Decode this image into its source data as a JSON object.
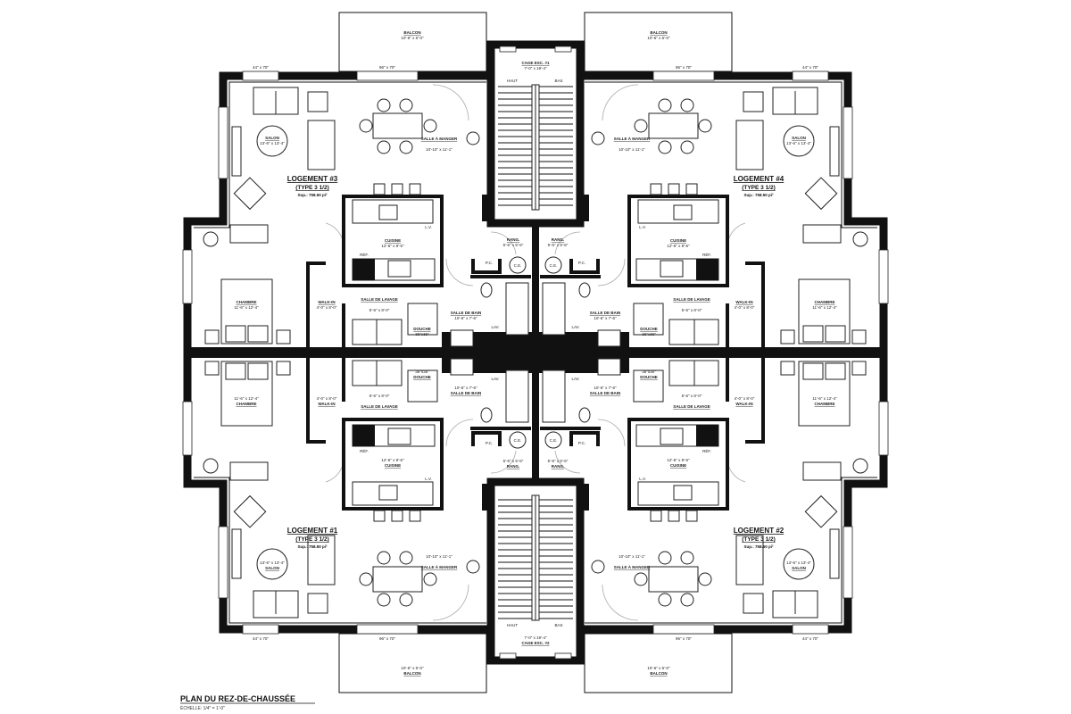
{
  "drawing": {
    "title": "PLAN DU REZ-DE-CHAUSSÉE",
    "scale": "ÉCHELLE: 1/4\" = 1'-0\""
  },
  "units": [
    {
      "name": "LOGEMENT #3",
      "type": "(TYPE 3 1/2)",
      "area": "Sup.: 758.50 pi²"
    },
    {
      "name": "LOGEMENT #4",
      "type": "(TYPE 3 1/2)",
      "area": "Sup.: 758.50 pi²"
    },
    {
      "name": "LOGEMENT #1",
      "type": "(TYPE 3 1/2)",
      "area": "Sup.: 758.50 pi²"
    },
    {
      "name": "LOGEMENT #2",
      "type": "(TYPE 3 1/2)",
      "area": "Sup.: 758.50 pi²"
    }
  ],
  "rooms": {
    "balcon": {
      "name": "BALCON",
      "dims": "10'-6\" x 6'-0\""
    },
    "salon": {
      "name": "SALON",
      "dims": "13'-6\" x 13'-4\""
    },
    "salle_manger": {
      "name": "SALLE À MANGER",
      "dims": "10'-10\" x 11'-1\""
    },
    "cuisine": {
      "name": "CUISINE",
      "dims": "12'-6\" x 8'-6\""
    },
    "chambre": {
      "name": "CHAMBRE",
      "dims": "11'-6\" x 12'-4\""
    },
    "walkin": {
      "name": "WALK-IN",
      "dims": "4'-0\" x 8'-0\""
    },
    "lavage": {
      "name": "SALLE DE LAVAGE",
      "dims": "5'-6\" x 8'-0\""
    },
    "douche": {
      "name": "DOUCHE",
      "dims": "36\"x36\""
    },
    "sdb": {
      "name": "SALLE DE BAIN",
      "dims": "10'-6\" x 7'-6\""
    },
    "rang": {
      "name": "RANG.",
      "dims": "5'-6\" x 5'-6\""
    },
    "ce": "C.E.",
    "pc": "P.C.",
    "ref": "RÉF.",
    "lvv": "L.V.",
    "lav": "LAV."
  },
  "windows": {
    "small": "44\" x 70\"",
    "large": "96\" x 70\""
  },
  "stairs": [
    {
      "name": "CAGE ESC. #1",
      "dims": "7'-0\" x 19'-4\"",
      "up": "HAUT",
      "down": "BAS"
    },
    {
      "name": "CAGE ESC. #2",
      "dims": "7'-0\" x 19'-4\"",
      "up": "HAUT",
      "down": "BAS"
    }
  ]
}
